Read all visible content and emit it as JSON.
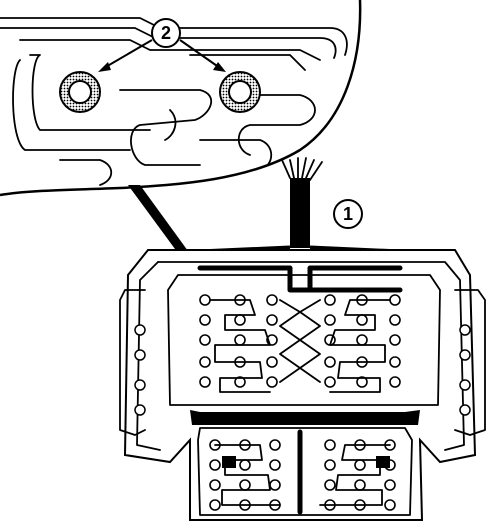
{
  "diagram": {
    "callouts": [
      {
        "id": "1",
        "label": "1"
      },
      {
        "id": "2",
        "label": "2"
      }
    ],
    "colors": {
      "line": "#000000",
      "background": "#ffffff",
      "hatch": "#000000"
    }
  }
}
